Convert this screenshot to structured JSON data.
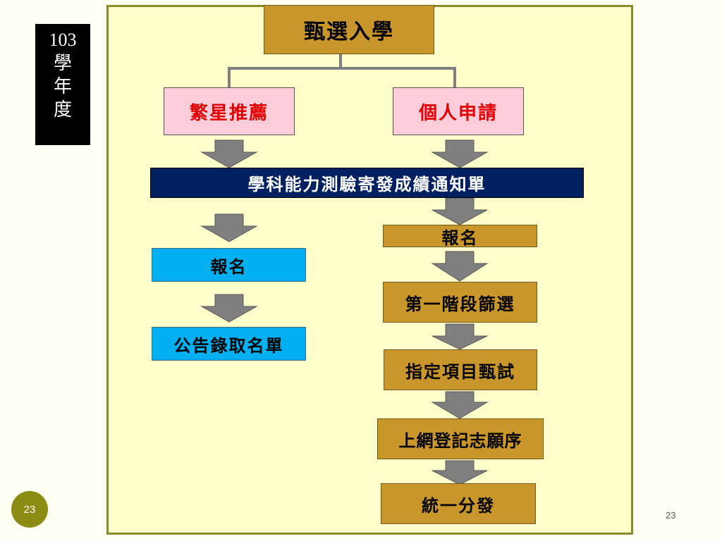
{
  "year_label": {
    "year": "103",
    "chars": [
      "學",
      "年",
      "度"
    ]
  },
  "root": "甄選入學",
  "branches": {
    "left": "繁星推薦",
    "right": "個人申請"
  },
  "banner": "學科能力測驗寄發成績通知單",
  "left_steps": [
    "報名",
    "公告錄取名單"
  ],
  "right_steps": [
    "報名",
    "第一階段篩選",
    "指定項目甄試",
    "上網登記志願序",
    "統一分發"
  ],
  "slide_badge": "23",
  "page_number": "23",
  "colors": {
    "panel": "#ffffcc",
    "gold": "#c9962c",
    "navy": "#002060",
    "cyan": "#00b0f0",
    "pink": "#ffccd9",
    "red_text": "#e00000",
    "arrow": "#7f7f7f"
  }
}
